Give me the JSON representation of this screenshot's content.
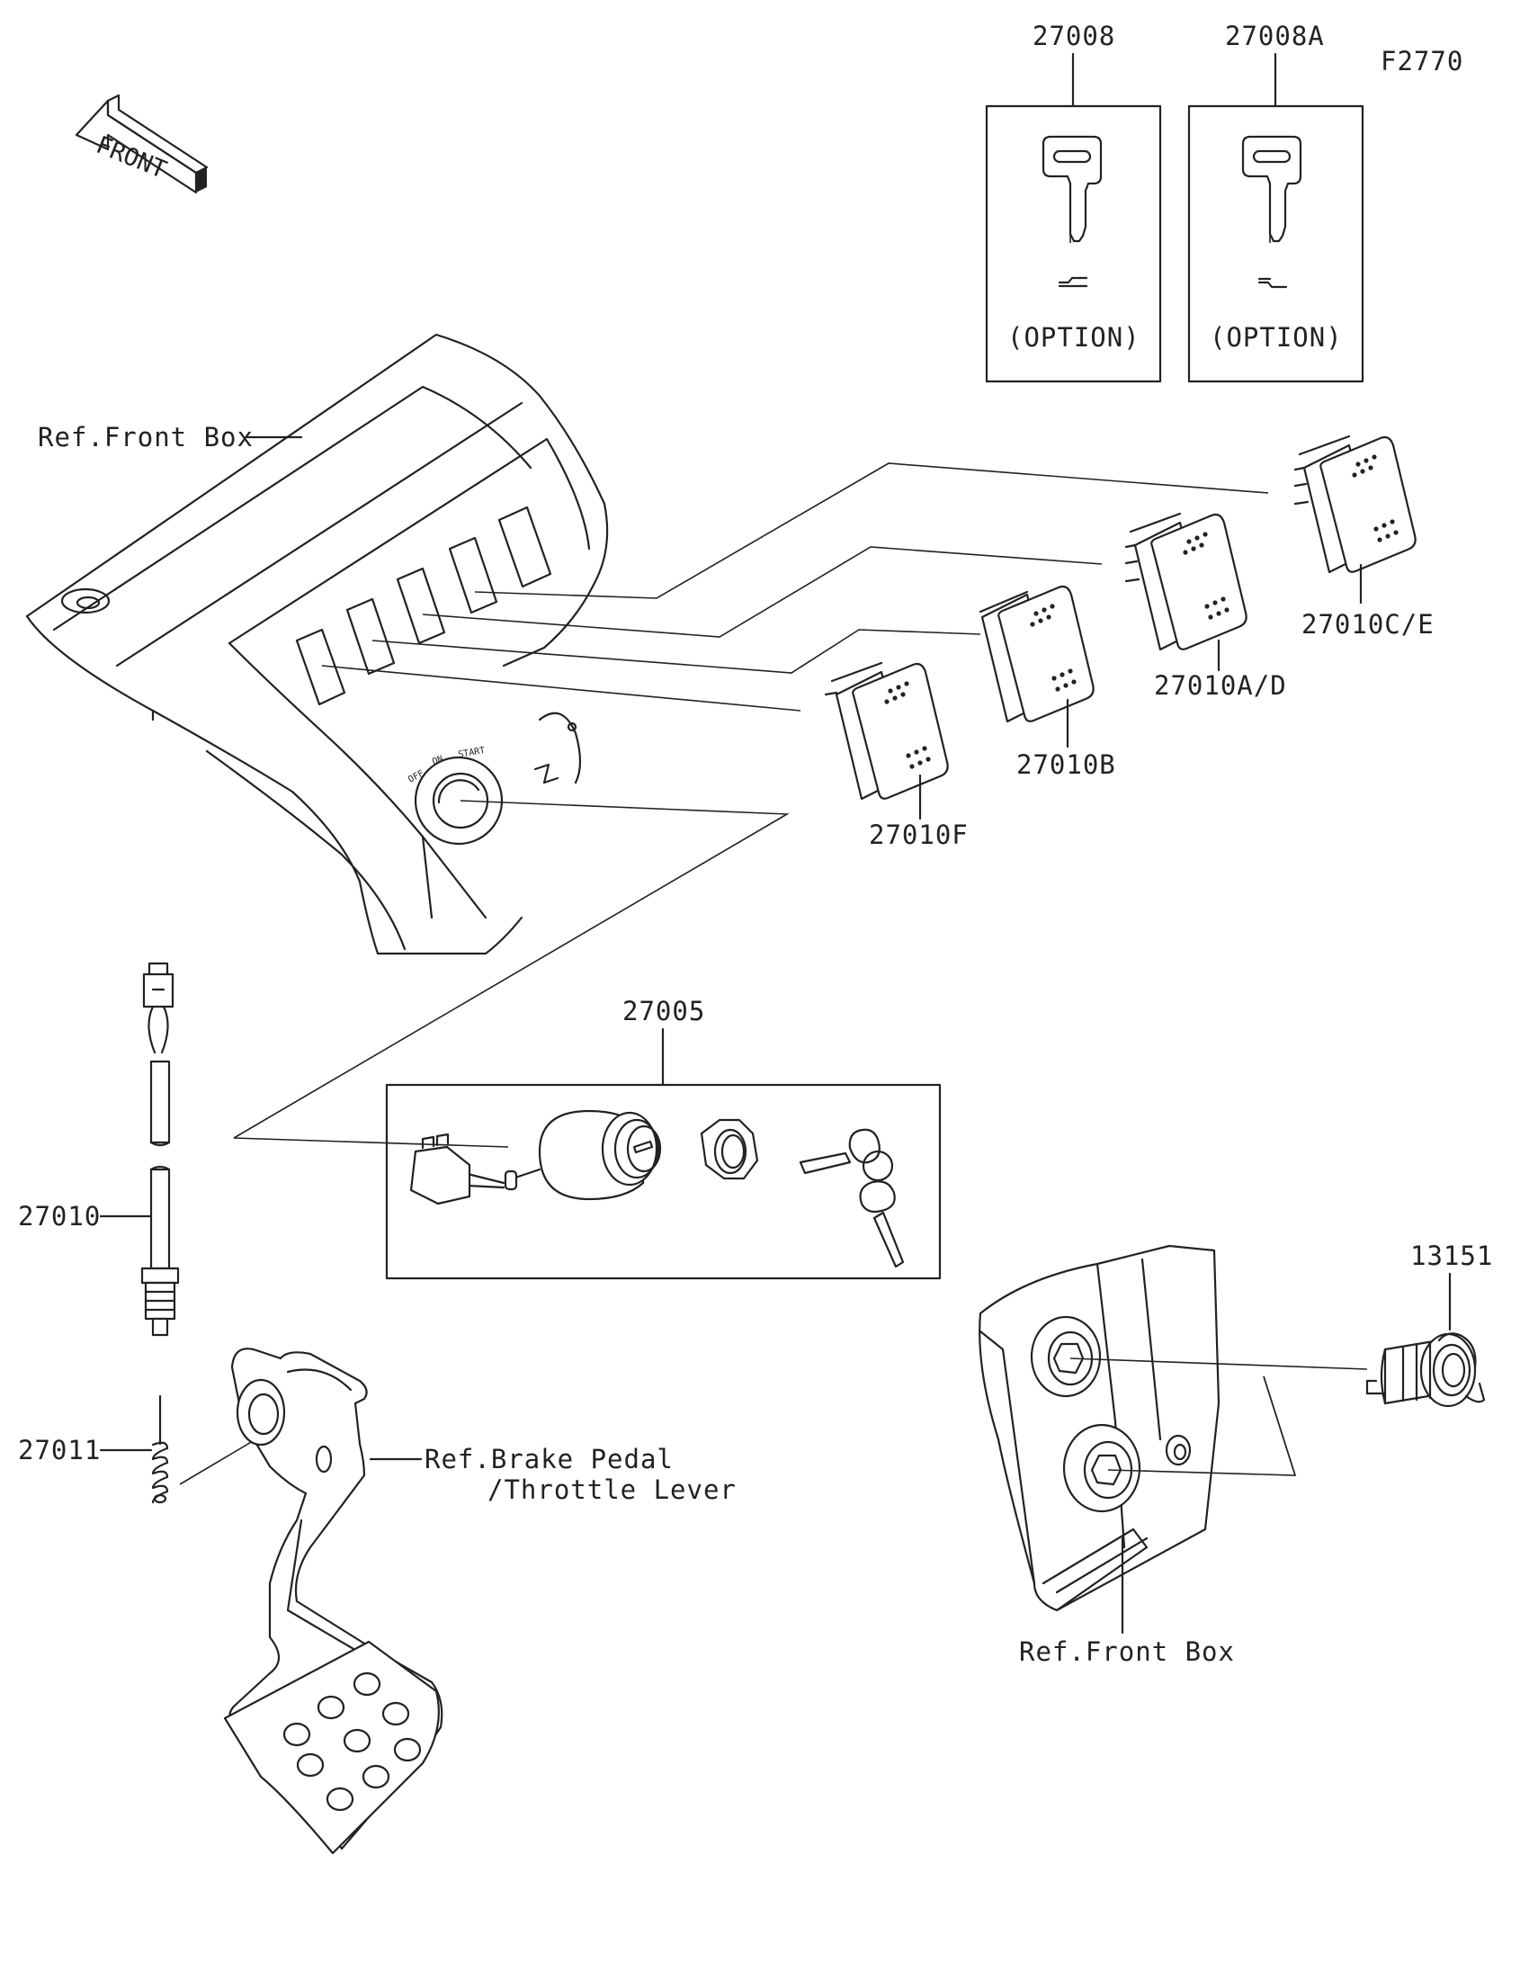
{
  "diagram_id": "F2770",
  "front_arrow": "FRONT",
  "parts": {
    "p27008": "27008",
    "p27008A": "27008A",
    "p27010CE": "27010C/E",
    "p27010AD": "27010A/D",
    "p27010B": "27010B",
    "p27010F": "27010F",
    "p27005": "27005",
    "p27010": "27010",
    "p27011": "27011",
    "p13151": "13151"
  },
  "option_labels": [
    "(OPTION)",
    "(OPTION)"
  ],
  "ref_labels": {
    "front_box_top": "Ref.Front Box",
    "brake_pedal_line1": "Ref.Brake Pedal",
    "brake_pedal_line2": "/Throttle Lever",
    "front_box_bottom": "Ref.Front Box"
  },
  "ignition_face": [
    "OFF",
    "ON",
    "START"
  ]
}
